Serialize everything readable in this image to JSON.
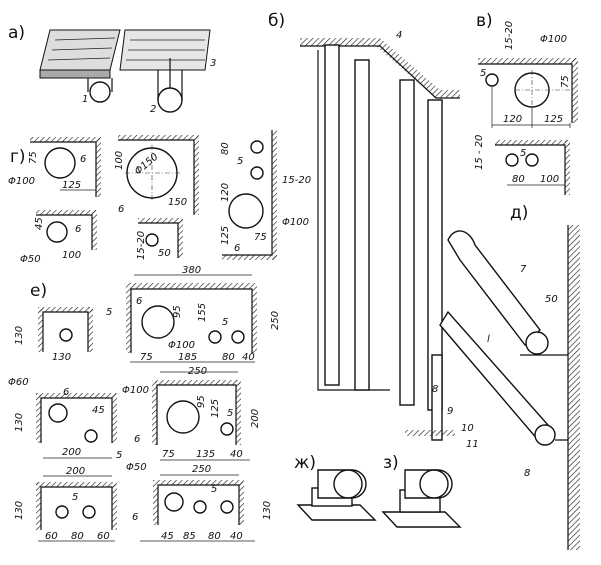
{
  "panels": {
    "a": {
      "label": "а)",
      "callouts": [
        "1",
        "2",
        "3"
      ]
    },
    "b": {
      "label": "б)",
      "callouts": [
        "4"
      ]
    },
    "v": {
      "label": "в)",
      "dims": [
        "Φ100",
        "5",
        "15-20",
        "75",
        "120",
        "125",
        "15 - 20",
        "80",
        "100",
        "5"
      ]
    },
    "g": {
      "label": "г)",
      "dims": [
        "75",
        "Φ100",
        "6",
        "125",
        "100",
        "Φ150",
        "6",
        "150",
        "80",
        "5",
        "120",
        "15-20",
        "125",
        "Φ100",
        "6",
        "75",
        "45",
        "6",
        "Φ50",
        "100",
        "15-20",
        "50"
      ]
    },
    "e": {
      "label": "е)",
      "dims": [
        "130",
        "130",
        "5",
        "380",
        "6",
        "95",
        "155",
        "250",
        "Φ100",
        "5",
        "75",
        "185",
        "80",
        "40",
        "Φ60",
        "6",
        "45",
        "130",
        "200",
        "5",
        "250",
        "Φ100",
        "95",
        "125",
        "5",
        "200",
        "6",
        "75",
        "135",
        "40",
        "200",
        "130",
        "5",
        "60",
        "80",
        "60",
        "Φ50",
        "250",
        "5",
        "6",
        "130",
        "45",
        "85",
        "80",
        "40"
      ]
    },
    "d": {
      "label": "д)",
      "callouts": [
        "7",
        "50",
        "l",
        "8",
        "9",
        "10",
        "11",
        "8"
      ]
    },
    "zh": {
      "label": "ж)"
    },
    "z": {
      "label": "з)"
    }
  }
}
